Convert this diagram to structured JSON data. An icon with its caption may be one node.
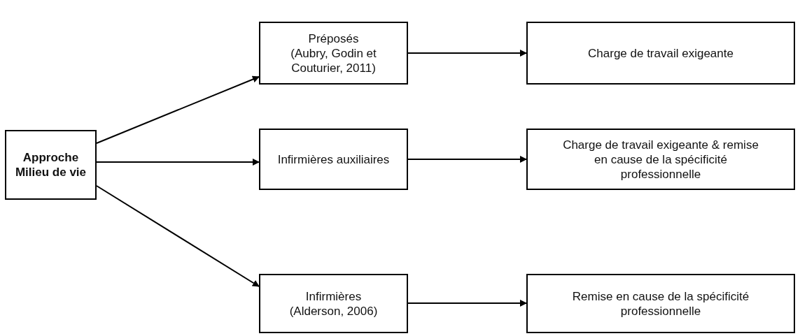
{
  "diagram": {
    "nodes": [
      {
        "text": [
          "Approche Milieu de vie"
        ]
      },
      {
        "text": [
          "Préposés",
          "(Aubry, Godin et Couturier, 2011)"
        ]
      },
      {
        "text": [
          "Charge de travail exigeante"
        ]
      },
      {
        "text": [
          "Infirmières auxiliaires"
        ]
      },
      {
        "text": [
          "Charge de travail exigeante & remise en cause de la spécificité professionnelle"
        ]
      },
      {
        "text": [
          "Infirmières",
          "(Alderson, 2006)"
        ]
      },
      {
        "text": [
          "Remise en cause de la spécificité professionnelle"
        ]
      }
    ],
    "edges": [
      {
        "from": 0,
        "to": 1,
        "arrow": "to"
      },
      {
        "from": 0,
        "to": 3,
        "arrow": "to"
      },
      {
        "from": 0,
        "to": 5,
        "arrow": "to"
      },
      {
        "from": 1,
        "to": 2,
        "arrow": "to"
      },
      {
        "from": 3,
        "to": 4,
        "arrow": "to"
      },
      {
        "from": 5,
        "to": 6,
        "arrow": "to"
      }
    ]
  }
}
